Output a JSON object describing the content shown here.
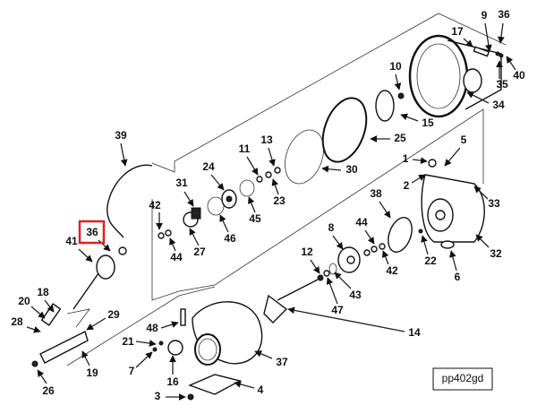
{
  "diagram": {
    "reference_code": "pp402gd",
    "highlighted_label": "36",
    "highlight_color": "#e02020",
    "labels": [
      "39",
      "36",
      "41",
      "18",
      "20",
      "28",
      "29",
      "19",
      "26",
      "42",
      "44",
      "27",
      "31",
      "24",
      "46",
      "11",
      "45",
      "13",
      "23",
      "30",
      "25",
      "15",
      "10",
      "17",
      "9",
      "36",
      "40",
      "35",
      "34",
      "1",
      "2",
      "5",
      "33",
      "38",
      "8",
      "44",
      "42",
      "22",
      "6",
      "32",
      "12",
      "43",
      "47",
      "14",
      "48",
      "21",
      "7",
      "16",
      "37",
      "4",
      "3"
    ]
  }
}
